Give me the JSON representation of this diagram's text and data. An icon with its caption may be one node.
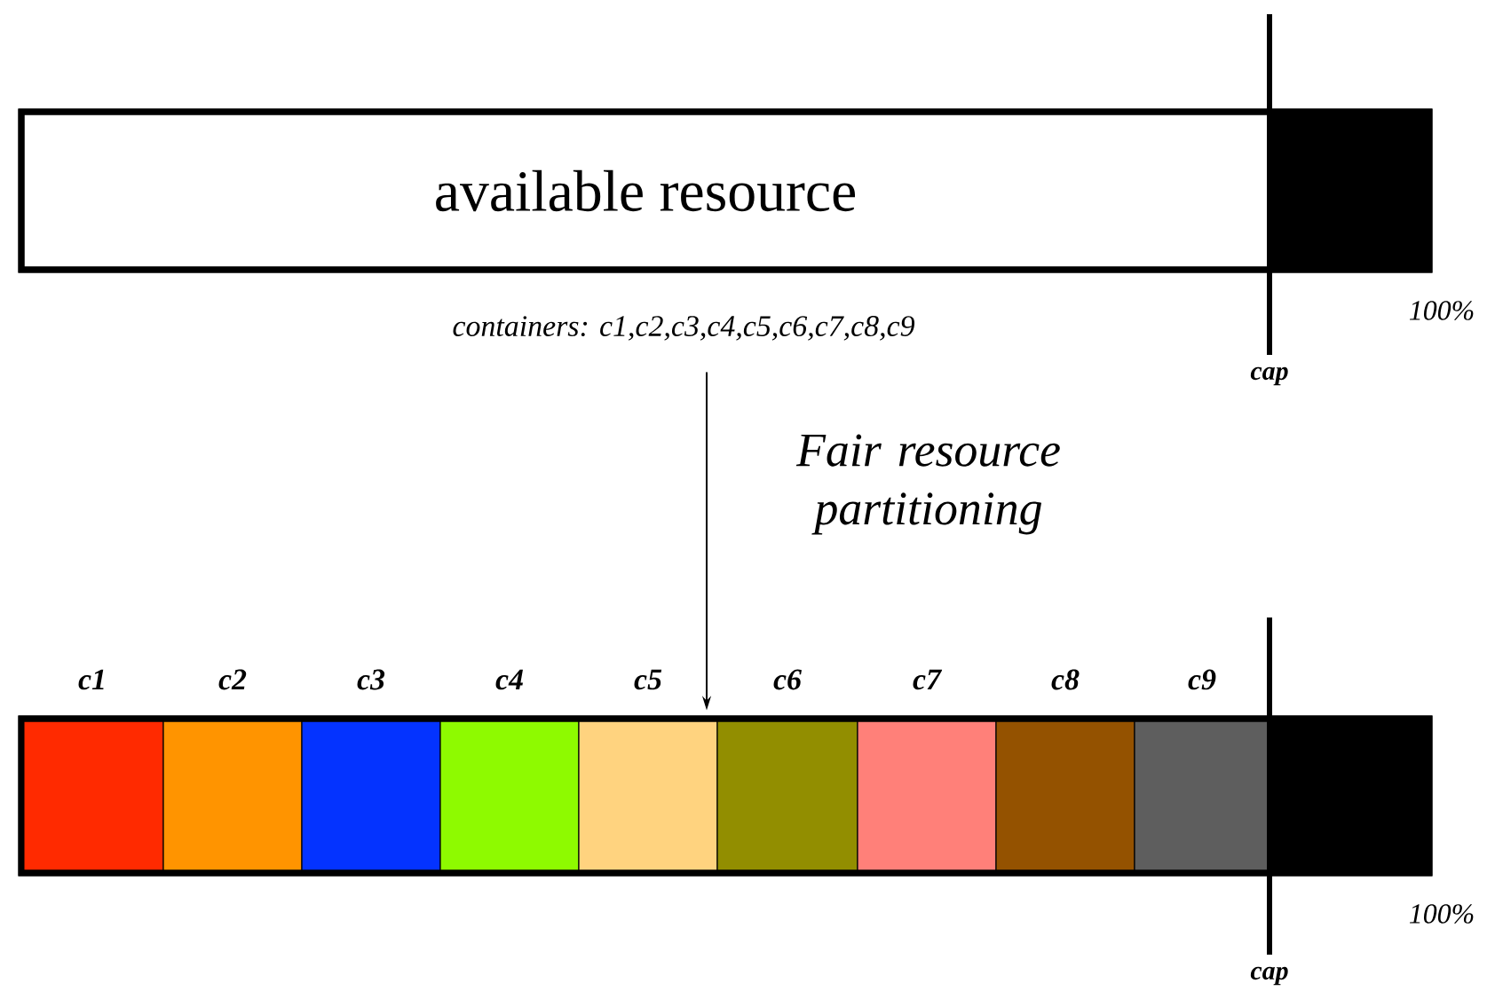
{
  "diagram": {
    "nodes": [
      {
        "text": [
          "available resource"
        ],
        "beside": [
          "containers:  c1,c2,c3,c4,c5,c6,c7,c8,c9"
        ]
      },
      {
        "text": [],
        "shape": "bar"
      },
      {
        "text": [
          "c1"
        ],
        "in": 1
      },
      {
        "text": [
          "c2"
        ],
        "in": 1
      },
      {
        "text": [
          "c3"
        ],
        "in": 1
      },
      {
        "text": [
          "c4"
        ],
        "in": 1
      },
      {
        "text": [
          "c5"
        ],
        "in": 1
      },
      {
        "text": [
          "c6"
        ],
        "in": 1
      },
      {
        "text": [
          "c7"
        ],
        "in": 1
      },
      {
        "text": [
          "c8"
        ],
        "in": 1
      },
      {
        "text": [
          "c9"
        ],
        "in": 1
      }
    ],
    "edges": [
      {
        "from": 0,
        "to": 1,
        "arrow": "to",
        "label": "Fair resource partitioning"
      }
    ],
    "labels": [
      "100%",
      "cap",
      "100%",
      "cap"
    ]
  }
}
